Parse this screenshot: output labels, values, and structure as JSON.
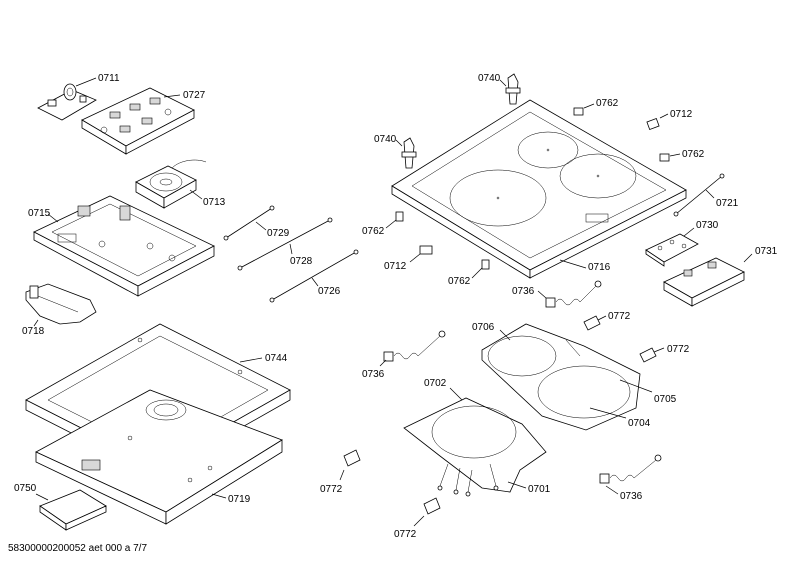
{
  "footer": "58300000200052 aet 000 a 7/7",
  "labels": {
    "l0711": "0711",
    "l0727": "0727",
    "l0713": "0713",
    "l0715": "0715",
    "l0729": "0729",
    "l0728": "0728",
    "l0726": "0726",
    "l0718": "0718",
    "l0744": "0744",
    "l0750": "0750",
    "l0719": "0719",
    "l0740a": "0740",
    "l0762a": "0762",
    "l0712a": "0712",
    "l0740b": "0740",
    "l0762b": "0762",
    "l0721": "0721",
    "l0762c": "0762",
    "l0712b": "0712",
    "l0762d": "0762",
    "l0716": "0716",
    "l0730": "0730",
    "l0731": "0731",
    "l0736a": "0736",
    "l0772a": "0772",
    "l0706": "0706",
    "l0772b": "0772",
    "l0736b": "0736",
    "l0702": "0702",
    "l0705": "0705",
    "l0704": "0704",
    "l0772c": "0772",
    "l0701": "0701",
    "l0736c": "0736",
    "l0772d": "0772"
  }
}
